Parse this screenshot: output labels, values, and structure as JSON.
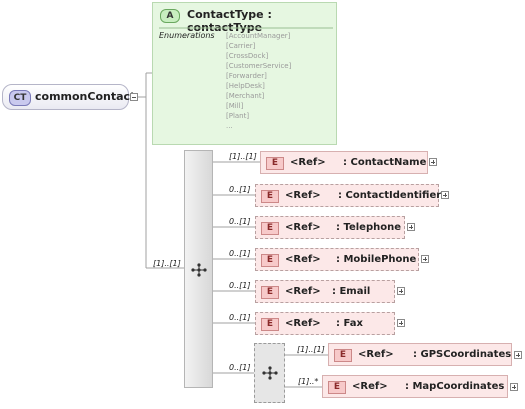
{
  "complex_type": {
    "badge": "CT",
    "name": "commonContact"
  },
  "attribute": {
    "badge": "A",
    "title": "ContactType : contactType",
    "enumerations_label": "Enumerations",
    "enumerations": [
      "[AccountManager]",
      "[Carrier]",
      "[CrossDock]",
      "[CustomerService]",
      "[Forwarder]",
      "[HelpDesk]",
      "[Merchant]",
      "[Mill]",
      "[Plant]",
      "..."
    ]
  },
  "sequence": {
    "cardinality": "[1]..[1]"
  },
  "elements": [
    {
      "badge": "E",
      "ref": "<Ref>",
      "name": ": ContactName",
      "cardinality": "[1]..[1]",
      "optional": false
    },
    {
      "badge": "E",
      "ref": "<Ref>",
      "name": ": ContactIdentifier",
      "cardinality": "0..[1]",
      "optional": true
    },
    {
      "badge": "E",
      "ref": "<Ref>",
      "name": ": Telephone",
      "cardinality": "0..[1]",
      "optional": true
    },
    {
      "badge": "E",
      "ref": "<Ref>",
      "name": ": MobilePhone",
      "cardinality": "0..[1]",
      "optional": true
    },
    {
      "badge": "E",
      "ref": "<Ref>",
      "name": ": Email",
      "cardinality": "0..[1]",
      "optional": true
    },
    {
      "badge": "E",
      "ref": "<Ref>",
      "name": ": Fax",
      "cardinality": "0..[1]",
      "optional": true
    }
  ],
  "inner_sequence": {
    "cardinality": "0..[1]",
    "elements": [
      {
        "badge": "E",
        "ref": "<Ref>",
        "name": ": GPSCoordinates",
        "cardinality": "[1]..[1]"
      },
      {
        "badge": "E",
        "ref": "<Ref>",
        "name": ": MapCoordinates",
        "cardinality": "[1]..*"
      }
    ]
  }
}
